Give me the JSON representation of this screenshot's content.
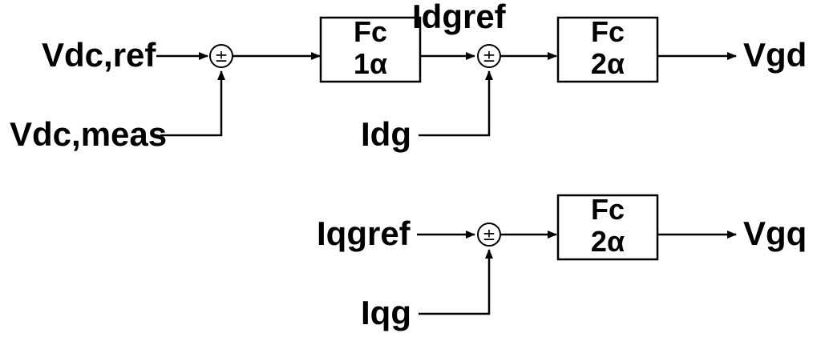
{
  "inputs": {
    "vdc_ref": "Vdc,ref",
    "vdc_meas": "Vdc,meas",
    "idgref": "Idgref",
    "idg": "Idg",
    "iqgref": "Iqgref",
    "iqg": "Iqg"
  },
  "outputs": {
    "vgd": "Vgd",
    "vgq": "Vgq"
  },
  "blocks": {
    "fc1": {
      "line1": "Fc",
      "line2": "1α"
    },
    "fc2d": {
      "line1": "Fc",
      "line2": "2α"
    },
    "fc2q": {
      "line1": "Fc",
      "line2": "2α"
    }
  },
  "sum_symbol": "±"
}
